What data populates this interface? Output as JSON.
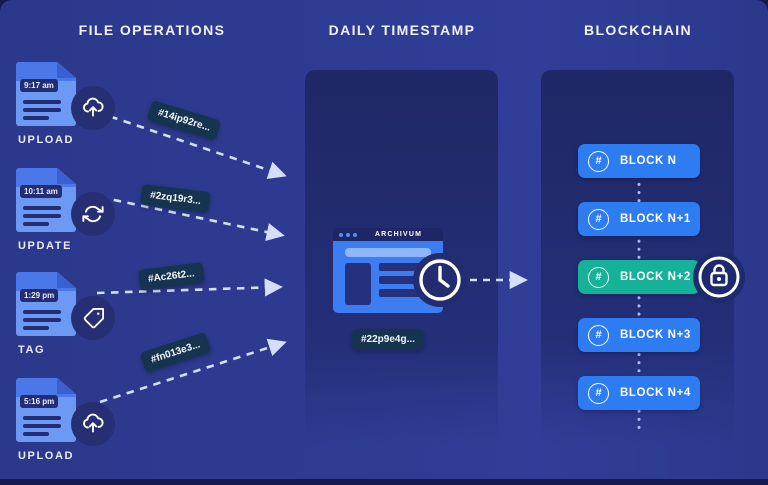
{
  "theme": {
    "outer": "#141b4a",
    "bg": "#2d3a90",
    "panel": "#1e2866",
    "accent-blue": "#2e7cf1",
    "accent-teal": "#15b198",
    "badge": "#16344f",
    "navy": "#262f74",
    "ink": "#232d74",
    "doc": "#6c99f3",
    "doc-dark": "#4a78e8",
    "fold": "#3a5fd0",
    "arrow": "#d3def8",
    "text": "#eef2fc",
    "browser-bar": "#1d2765",
    "browser-body": "#3c7df2",
    "inner-light": "#8fb6f8"
  },
  "columns": {
    "file_operations": {
      "title": "FILE OPERATIONS"
    },
    "daily_timestamp": {
      "title": "DAILY TIMESTAMP"
    },
    "blockchain": {
      "title": "BLOCKCHAIN"
    }
  },
  "file_operations": {
    "items": [
      {
        "time": "9:17 am",
        "label": "UPLOAD",
        "icon": "upload-cloud-icon",
        "hash": "#14ip92re..."
      },
      {
        "time": "10:11 am",
        "label": "UPDATE",
        "icon": "sync-icon",
        "hash": "#2zq19r3..."
      },
      {
        "time": "1:29 pm",
        "label": "TAG",
        "icon": "tag-icon",
        "hash": "#Ac26t2..."
      },
      {
        "time": "5:16 pm",
        "label": "UPLOAD",
        "icon": "upload-cloud-icon",
        "hash": "#fn013e3..."
      }
    ]
  },
  "timestamp": {
    "app_name": "ARCHIVUM",
    "hash": "#22p9e4g..."
  },
  "blockchain": {
    "hash_symbol": "#",
    "blocks": [
      {
        "label": "BLOCK N",
        "locked": false
      },
      {
        "label": "BLOCK N+1",
        "locked": false
      },
      {
        "label": "BLOCK N+2",
        "locked": true
      },
      {
        "label": "BLOCK N+3",
        "locked": false
      },
      {
        "label": "BLOCK N+4",
        "locked": false
      }
    ]
  }
}
